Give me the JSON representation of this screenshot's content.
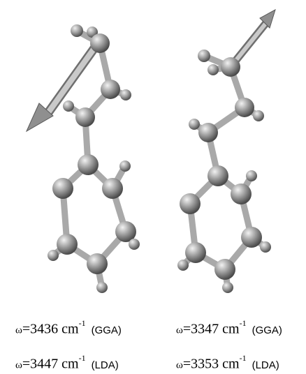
{
  "captions": {
    "left": [
      {
        "symbol": "ω",
        "value": "=3436",
        "unit": "cm",
        "exponent": "-1",
        "method": "(GGA)"
      },
      {
        "symbol": "ω",
        "value": "=3447",
        "unit": "cm",
        "exponent": "-1",
        "method": "(LDA)"
      }
    ],
    "right": [
      {
        "symbol": "ω",
        "value": "=3347",
        "unit": "cm",
        "exponent": "-1",
        "method": "(GGA)"
      },
      {
        "symbol": "ω",
        "value": "=3353",
        "unit": "cm",
        "exponent": "-1",
        "method": "(LDA)"
      }
    ]
  },
  "colors": {
    "atom": "#9a9a9a",
    "bond": "#b5b5b5",
    "arrow": "#a8a8a8"
  }
}
